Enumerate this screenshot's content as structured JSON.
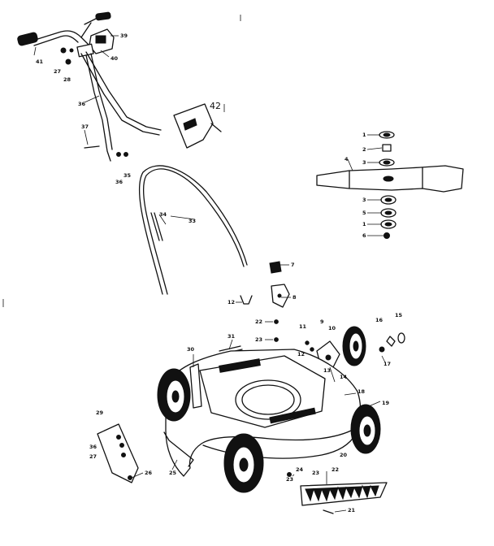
{
  "diagram": {
    "callouts": {
      "p1a": "1",
      "p2": "2",
      "p3a": "3",
      "p4": "4",
      "p3b": "3",
      "p5": "5",
      "p1b": "1",
      "p6": "6",
      "p7": "7",
      "p8": "8",
      "p9": "9",
      "p10": "10",
      "p11": "11",
      "p12a": "12",
      "p12b": "12",
      "p13": "13",
      "p14": "14",
      "p15": "15",
      "p16": "16",
      "p17": "17",
      "p18": "18",
      "p19": "19",
      "p20": "20",
      "p21": "21",
      "p22a": "22",
      "p22b": "22",
      "p23a": "23",
      "p23b": "23",
      "p23c": "23",
      "p24": "24",
      "p25": "25",
      "p26": "26",
      "p27a": "27",
      "p27b": "27",
      "p28": "28",
      "p29": "29",
      "p30": "30",
      "p31": "31",
      "p33": "33",
      "p34": "34",
      "p35": "35",
      "p36a": "36",
      "p36b": "36",
      "p36c": "36",
      "p37": "37",
      "p39": "39",
      "p40": "40",
      "p41": "41",
      "p42": "42"
    }
  }
}
